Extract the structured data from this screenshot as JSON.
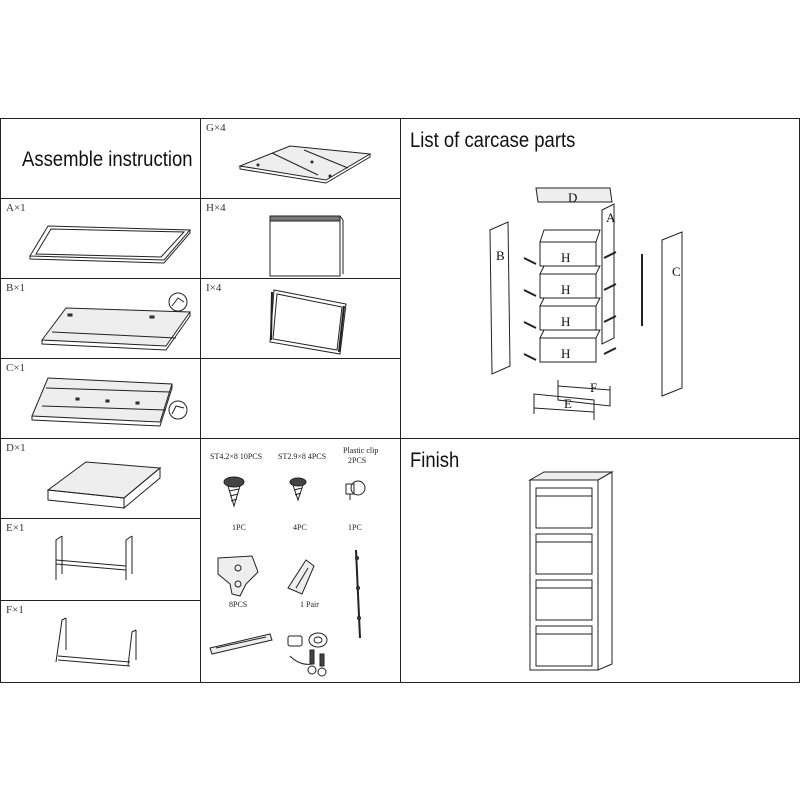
{
  "header": {
    "title": "Assemble instruction"
  },
  "parts": {
    "G": "G×4",
    "H": "H×4",
    "I": "I×4",
    "A": "A×1",
    "B": "B×1",
    "C": "C×1",
    "D": "D×1",
    "E": "E×1",
    "F": "F×1"
  },
  "hardware": {
    "screw_a": "ST4.2×8 10PCS",
    "screw_b": "ST2.9×8 4PCS",
    "clip_line1": "Plastic clip",
    "clip_line2": "2PCS",
    "bracket": "1PC",
    "hook": "4PC",
    "rod": "1PC",
    "rail": "8PCS",
    "lock": "1 Pair"
  },
  "carcase": {
    "title": "List of carcase parts",
    "labels": {
      "A": "A",
      "B": "B",
      "C": "C",
      "D": "D",
      "E": "E",
      "F": "F",
      "H": "H"
    }
  },
  "finish": {
    "title": "Finish"
  }
}
